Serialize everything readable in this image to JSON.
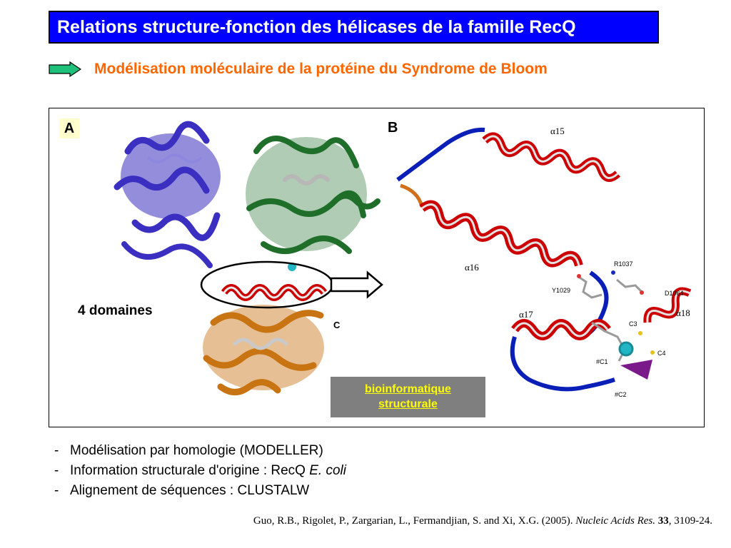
{
  "slide": {
    "title": "Relations structure-fonction des hélicases de la famille RecQ",
    "subtitle": "Modélisation moléculaire de la protéine du Syndrome de Bloom"
  },
  "figure": {
    "panel_a": "A",
    "panel_b": "B",
    "domains_label": "4 domaines",
    "c_terminus_label": "C",
    "helix_labels": {
      "a15": "α15",
      "a16": "α16",
      "a17": "α17",
      "a18": "α18"
    },
    "residue_labels": {
      "r1037": "R1037",
      "y1029": "Y1029",
      "d1064": "D1064",
      "c3": "C3",
      "c4": "C4",
      "c1": "#C1",
      "c2": "#C2"
    },
    "badge_line1": "bioinformatique",
    "badge_line2": "structurale",
    "colors": {
      "domain1": "#3a2fc0",
      "domain2": "#1f6e2a",
      "domain3": "#cc0000",
      "domain4": "#c87412",
      "loop_blue": "#0a1fb8",
      "zinc": "#22b6c4"
    }
  },
  "bullets": [
    {
      "dash": "-",
      "text": "Modélisation par homologie (MODELLER)"
    },
    {
      "dash": "-",
      "text": "Information structurale d'origine : RecQ ",
      "italic": "E. coli"
    },
    {
      "dash": "-",
      "text": "Alignement de séquences : CLUSTALW"
    }
  ],
  "citation": {
    "authors": "Guo, R.B., Rigolet, P., Zargarian, L., Fermandjian, S. and Xi, X.G. (2005). ",
    "journal": "Nucleic Acids Res.",
    "volume": "33",
    "pages": ", 3109-24."
  }
}
